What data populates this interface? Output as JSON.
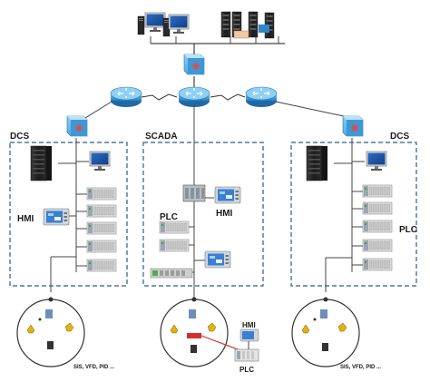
{
  "zones": {
    "left": {
      "label": "DCS",
      "side_label": "HMI",
      "footer": "SIS, VFD, PID ..."
    },
    "center": {
      "label": "SCADA",
      "plc_label": "PLC",
      "hmi_label": "HMI",
      "field_hmi": "HMI",
      "field_plc": "PLC"
    },
    "right": {
      "label": "DCS",
      "side_label": "PLC",
      "footer": "SIS, VFD, PID ..."
    }
  },
  "colors": {
    "router": "#2e8fd0",
    "switch": "#3a9ad9",
    "zone_border": "#2a5c8a",
    "server": "#222222",
    "plc_module": "#dcdcdc",
    "monitor": "#1f4e9c",
    "field_circle": "#333333"
  },
  "icons": {
    "top_workstations": "workstation-icon",
    "top_servers": "server-rack-icon",
    "core_switch": "multilayer-switch-icon",
    "routers": "router-icon",
    "plc": "plc-rack-icon",
    "field": "field-device-icon"
  }
}
